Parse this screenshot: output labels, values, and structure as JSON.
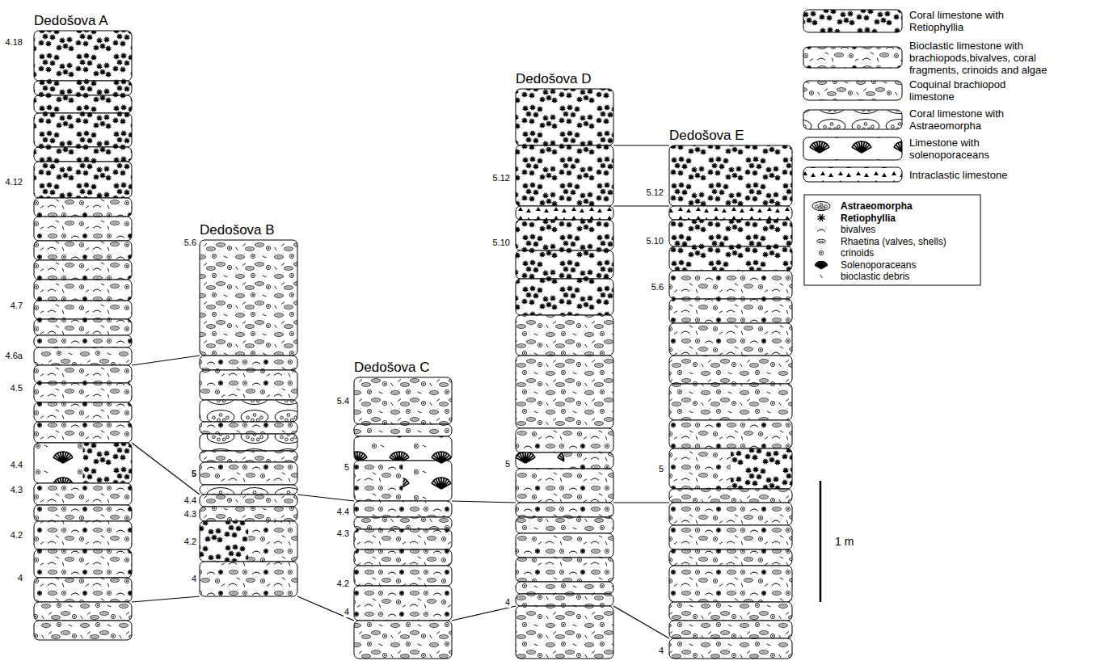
{
  "diagram": {
    "nodes": [
      {
        "text": [
          "Dedošova A"
        ]
      },
      {
        "text": [
          "Dedošova B"
        ]
      },
      {
        "text": [
          "Dedošova C"
        ]
      },
      {
        "text": [
          "Dedošova D"
        ]
      },
      {
        "text": [
          "Dedošova E"
        ]
      }
    ],
    "edges": [
      {
        "from": 0,
        "to": 1,
        "arrow": "none"
      },
      {
        "from": 0,
        "to": 1,
        "arrow": "none"
      },
      {
        "from": 0,
        "to": 1,
        "arrow": "none"
      },
      {
        "from": 1,
        "to": 2,
        "arrow": "none"
      },
      {
        "from": 1,
        "to": 2,
        "arrow": "none"
      },
      {
        "from": 2,
        "to": 3,
        "arrow": "none"
      },
      {
        "from": 2,
        "to": 3,
        "arrow": "none"
      },
      {
        "from": 3,
        "to": 4,
        "arrow": "none"
      },
      {
        "from": 3,
        "to": 4,
        "arrow": "none"
      },
      {
        "from": 3,
        "to": 4,
        "arrow": "none"
      },
      {
        "from": 3,
        "to": 4,
        "arrow": "none"
      }
    ],
    "labels": [
      "4.18",
      "4.12",
      "4.7",
      "4.6a",
      "4.5",
      "4.4",
      "4.3",
      "4.2",
      "4",
      "5.6",
      "5",
      "4.4",
      "4.3",
      "4.2",
      "4",
      "5.4",
      "5",
      "4.4",
      "4.3",
      "4.2",
      "4",
      "5.12",
      "5.10",
      "5",
      "4",
      "5.12",
      "5.10",
      "5.6",
      "5",
      "4",
      "1 m"
    ],
    "legend": [
      {
        "text": "Coral limestone with Retiophyllia"
      },
      {
        "text": "Bioclastic limestone with brachiopods,bivalves, coral fragments, crinoids and algae"
      },
      {
        "text": "Coquinal brachiopod limestone"
      },
      {
        "text": "Coral limestone with Astraeomorpha"
      },
      {
        "text": "Limestone with solenoporaceans"
      },
      {
        "text": "Intraclastic limestone"
      },
      {
        "text": "Astraeomorpha"
      },
      {
        "text": "Retiophyllia"
      },
      {
        "text": "bivalves"
      },
      {
        "text": "Rhaetina (valves, shells)"
      },
      {
        "text": "crinoids"
      },
      {
        "text": "Solenoporaceans"
      },
      {
        "text": "bioclastic debris"
      }
    ]
  }
}
